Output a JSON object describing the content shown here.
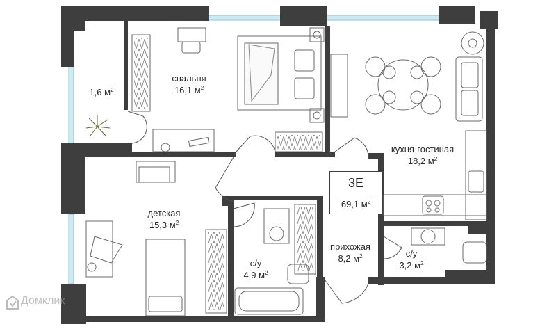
{
  "plan": {
    "apartment_code": "3E",
    "total_area": "69,1 м",
    "area_unit_sup": "2",
    "rooms": [
      {
        "name": "",
        "area": "1,6 м"
      },
      {
        "name": "спальня",
        "area": "16,1 м"
      },
      {
        "name": "кухня-гостиная",
        "area": "18,2 м"
      },
      {
        "name": "детская",
        "area": "15,3 м"
      },
      {
        "name": "с/у",
        "area": "4,9 м"
      },
      {
        "name": "прихожая",
        "area": "8,2 м"
      },
      {
        "name": "с/у",
        "area": "3,2 м"
      }
    ]
  },
  "watermark": {
    "text": "Домклик",
    "icon": "domclick-logo-icon"
  },
  "colors": {
    "wall": "#3e3e3e",
    "window": "#bfe4ee",
    "furniture_line": "#6a6a6a"
  }
}
